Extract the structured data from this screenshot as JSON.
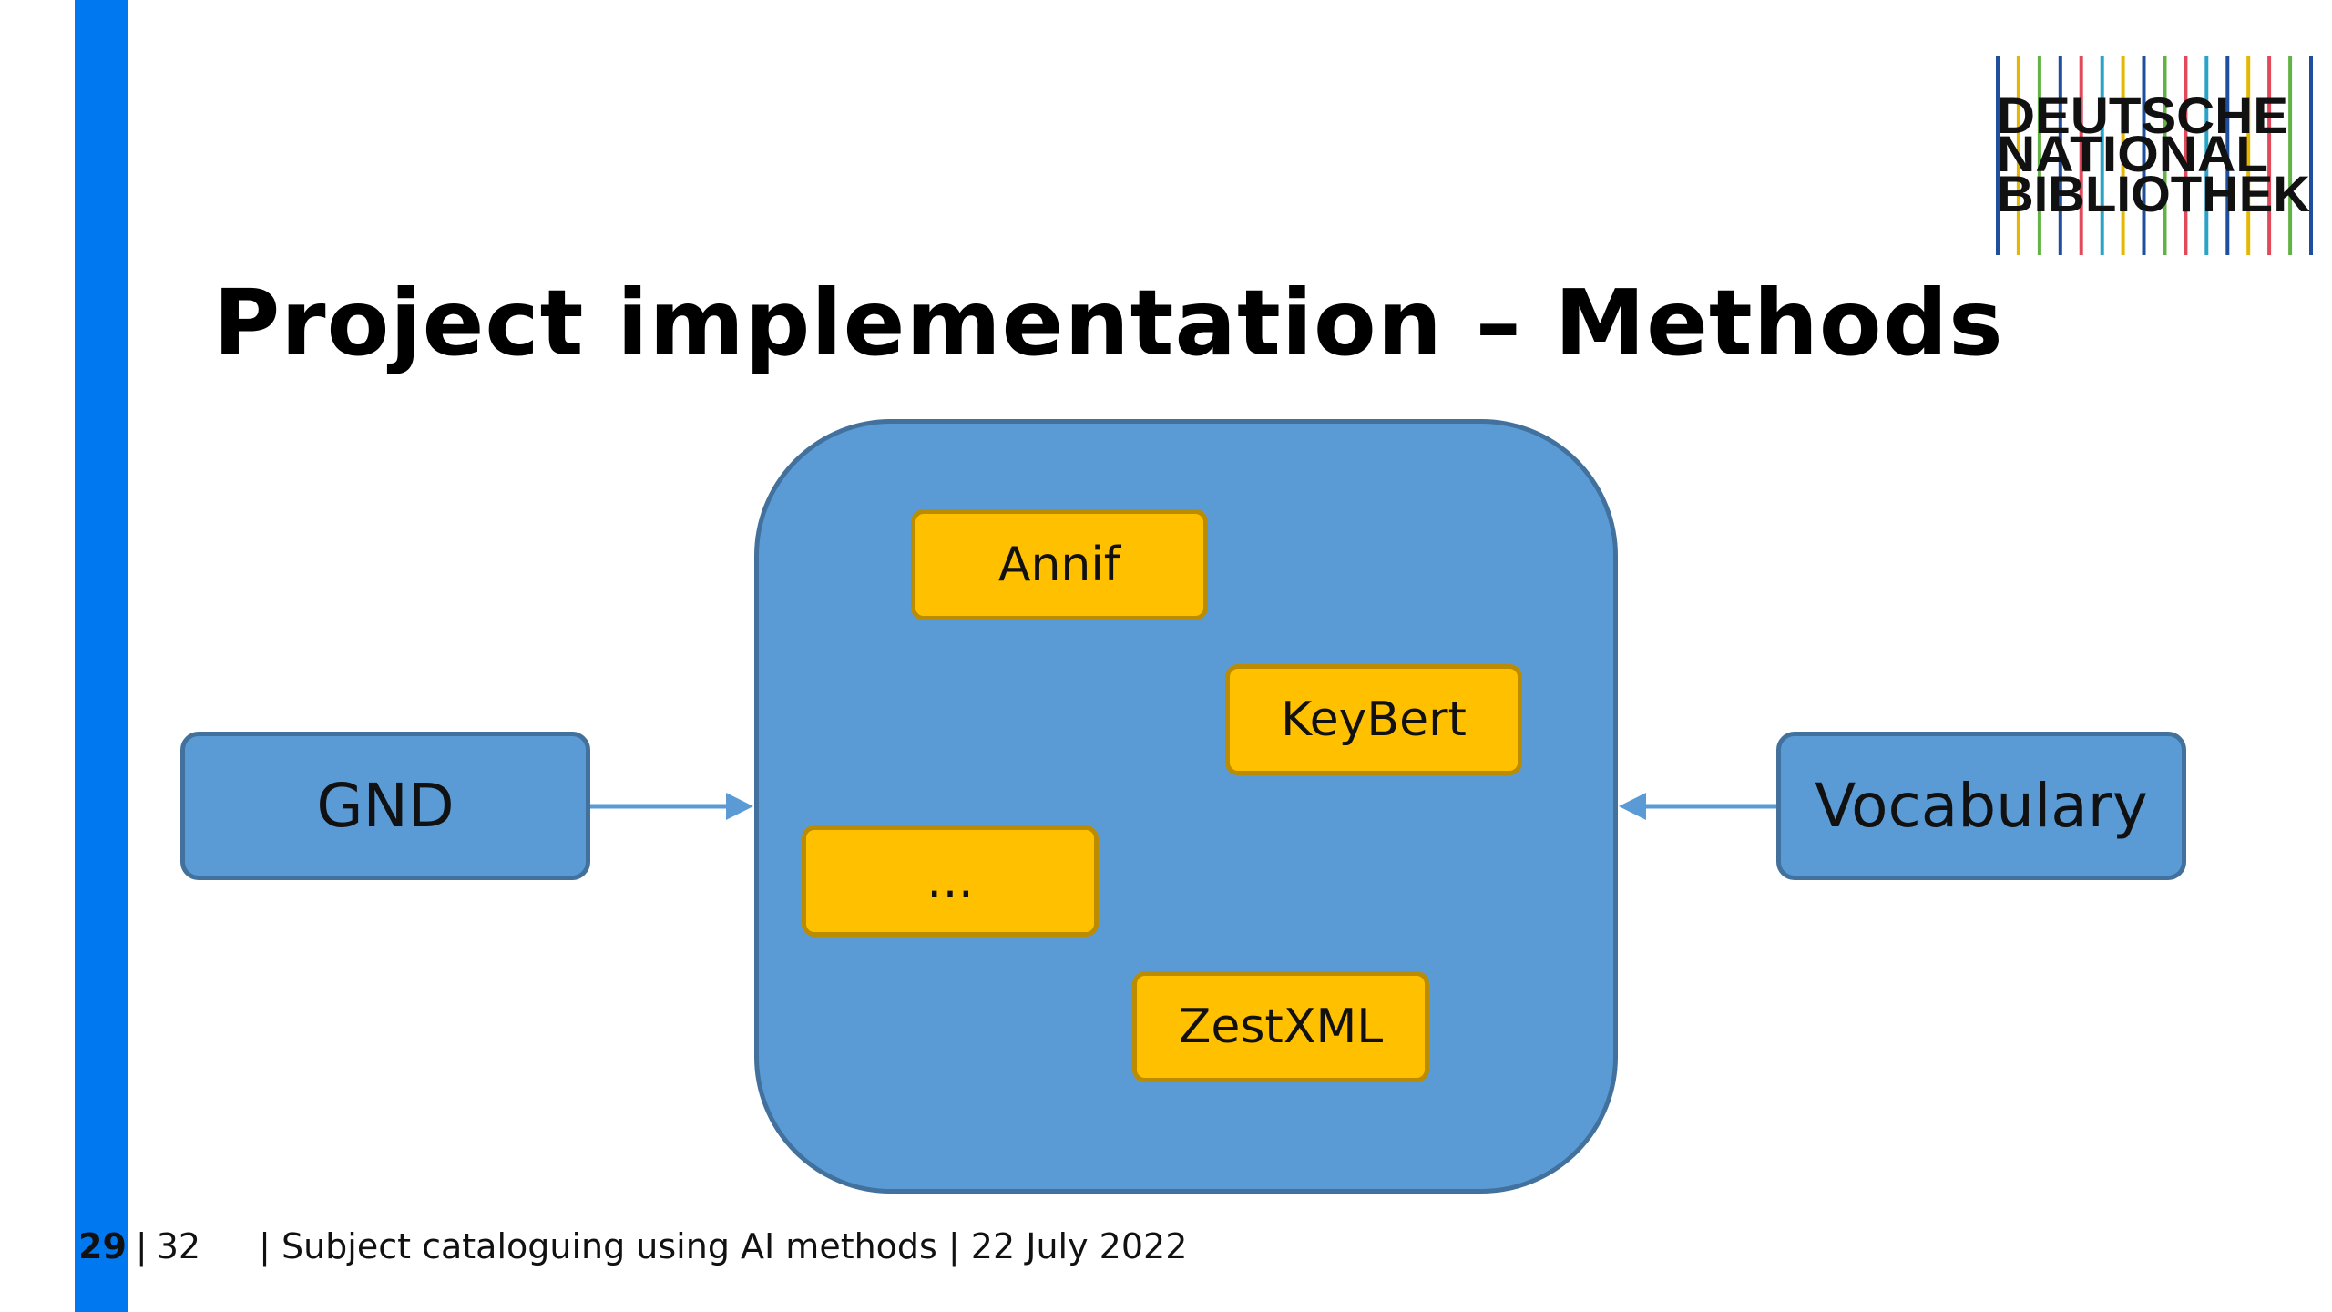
{
  "slide": {
    "title": "Project implementation – Methods"
  },
  "logo": {
    "line1": "DEUTSCHE",
    "line2": "NATIONAL",
    "line3": "BIBLIOTHEK"
  },
  "diagram": {
    "input_left": "GND",
    "input_right": "Vocabulary",
    "methods": [
      "Annif",
      "KeyBert",
      "…",
      "ZestXML"
    ]
  },
  "footer": {
    "page_current": "29",
    "page_separator": "|",
    "page_total": "32",
    "text": "| Subject cataloguing using AI methods | 22 July 2022"
  },
  "colors": {
    "accent_bar": "#0078f0",
    "container_fill": "#5b9bd5",
    "container_border": "#41719c",
    "method_fill": "#ffc000",
    "method_border": "#bc8c00",
    "arrow": "#5b9bd5",
    "logo_stripes": [
      "#1f4e9c",
      "#e5b700",
      "#62b346",
      "#1f4e9c",
      "#e04a5a",
      "#2aa3c9",
      "#e5b700",
      "#1f4e9c",
      "#62b346",
      "#e04a5a",
      "#2aa3c9",
      "#1f4e9c",
      "#e5b700",
      "#e04a5a",
      "#62b346",
      "#1f4e9c"
    ]
  }
}
